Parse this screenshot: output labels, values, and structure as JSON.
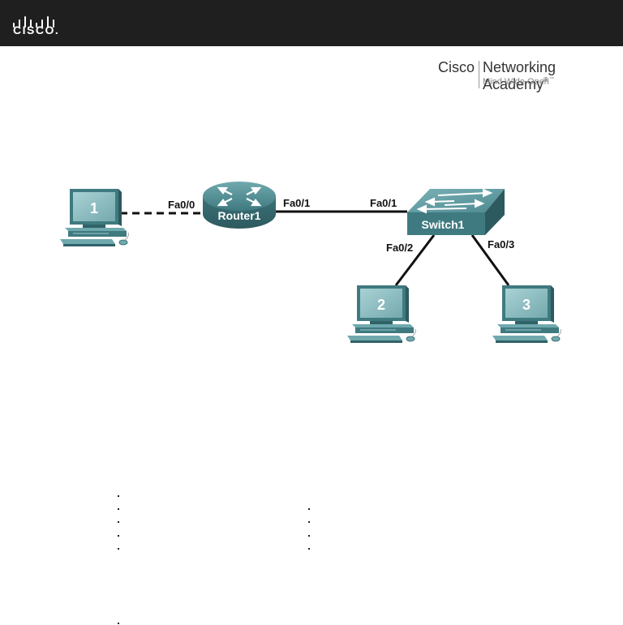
{
  "header": {
    "logo_text": "CISCO."
  },
  "academy": {
    "brand": "Cisco",
    "name": "Networking Academy",
    "reg": "®",
    "tagline": "Mind Wide Open",
    "tm": "™"
  },
  "colors": {
    "header_bg": "#1f1f1f",
    "device_teal": "#4e8f95",
    "monitor_screen": "#8fc0c4"
  },
  "devices": {
    "pc1": "1",
    "router1": "Router1",
    "switch1": "Switch1",
    "pc2": "2",
    "pc3": "3"
  },
  "interfaces": {
    "router_fa0_0": "Fa0/0",
    "router_fa0_1": "Fa0/1",
    "switch_fa0_1": "Fa0/1",
    "switch_fa0_2": "Fa0/2",
    "switch_fa0_3": "Fa0/3"
  },
  "links": [
    {
      "from": "pc1",
      "to": "router1",
      "type": "crossover"
    },
    {
      "from": "router1",
      "to": "switch1",
      "type": "straight"
    },
    {
      "from": "switch1",
      "to": "pc2",
      "type": "straight"
    },
    {
      "from": "switch1",
      "to": "pc3",
      "type": "straight"
    }
  ]
}
